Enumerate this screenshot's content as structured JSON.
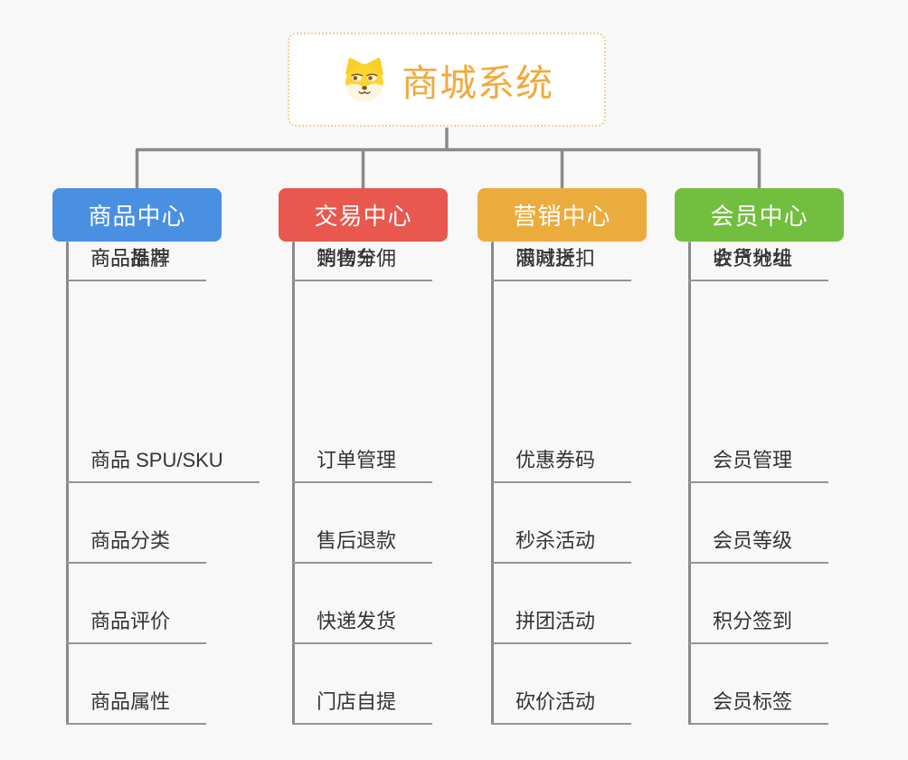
{
  "canvas": {
    "background_color": "#f8f8f8",
    "connector_color": "#8a8a8a",
    "leaf_underline_color": "#959595"
  },
  "root": {
    "title": "商城系统",
    "icon": "shiba-dog-icon",
    "text_color": "#f2a93c",
    "border_color": "#f6cd8f"
  },
  "branches": [
    {
      "title": "商品中心",
      "color": "#4a90e2",
      "items": [
        "商品 SPU/SKU",
        "商品分类",
        "商品评价",
        "商品属性",
        "商品推荐",
        "商品品牌"
      ]
    },
    {
      "title": "交易中心",
      "color": "#e8584f",
      "items": [
        "订单管理",
        "售后退款",
        "快递发货",
        "门店自提",
        "购物车",
        "销售分佣"
      ]
    },
    {
      "title": "营销中心",
      "color": "#ebac3d",
      "items": [
        "优惠券码",
        "秒杀活动",
        "拼团活动",
        "砍价活动",
        "限时折扣",
        "满减送"
      ]
    },
    {
      "title": "会员中心",
      "color": "#72be3f",
      "items": [
        "会员管理",
        "会员等级",
        "积分签到",
        "会员标签",
        "会员分组",
        "收货地址"
      ]
    }
  ]
}
